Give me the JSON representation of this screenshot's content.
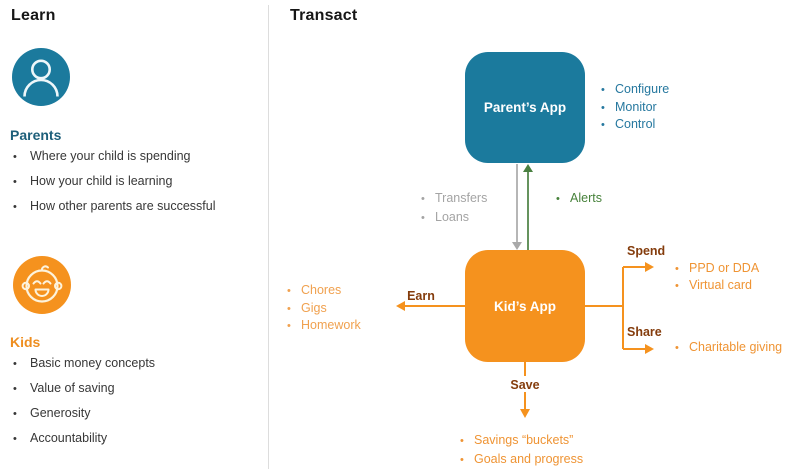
{
  "learn": {
    "title": "Learn",
    "parents": {
      "heading": "Parents",
      "items": [
        "Where your child is spending",
        "How your child is learning",
        "How other parents are successful"
      ]
    },
    "kids": {
      "heading": "Kids",
      "items": [
        "Basic money concepts",
        "Value of saving",
        "Generosity",
        "Accountability"
      ]
    }
  },
  "transact": {
    "title": "Transact",
    "parent_app": {
      "label": "Parent’s App",
      "features": [
        "Configure",
        "Monitor",
        "Control"
      ]
    },
    "kid_app": {
      "label": "Kid’s App"
    },
    "parent_to_kid": {
      "items": [
        "Transfers",
        "Loans"
      ]
    },
    "kid_to_parent": {
      "items": [
        "Alerts"
      ]
    },
    "earn": {
      "label": "Earn",
      "items": [
        "Chores",
        "Gigs",
        "Homework"
      ]
    },
    "spend": {
      "label": "Spend",
      "items": [
        "PPD or DDA",
        "Virtual card"
      ]
    },
    "share": {
      "label": "Share",
      "items": [
        "Charitable giving"
      ]
    },
    "save": {
      "label": "Save",
      "items": [
        "Savings “buckets”",
        "Goals and progress"
      ]
    }
  },
  "colors": {
    "teal": "#1b7a9d",
    "teal_text": "#26789f",
    "orange": "#f5921e",
    "orange_text": "#ef9434",
    "green": "#4a8041",
    "gray": "#a4a4a4",
    "dark_red_label": "#843c0c"
  }
}
